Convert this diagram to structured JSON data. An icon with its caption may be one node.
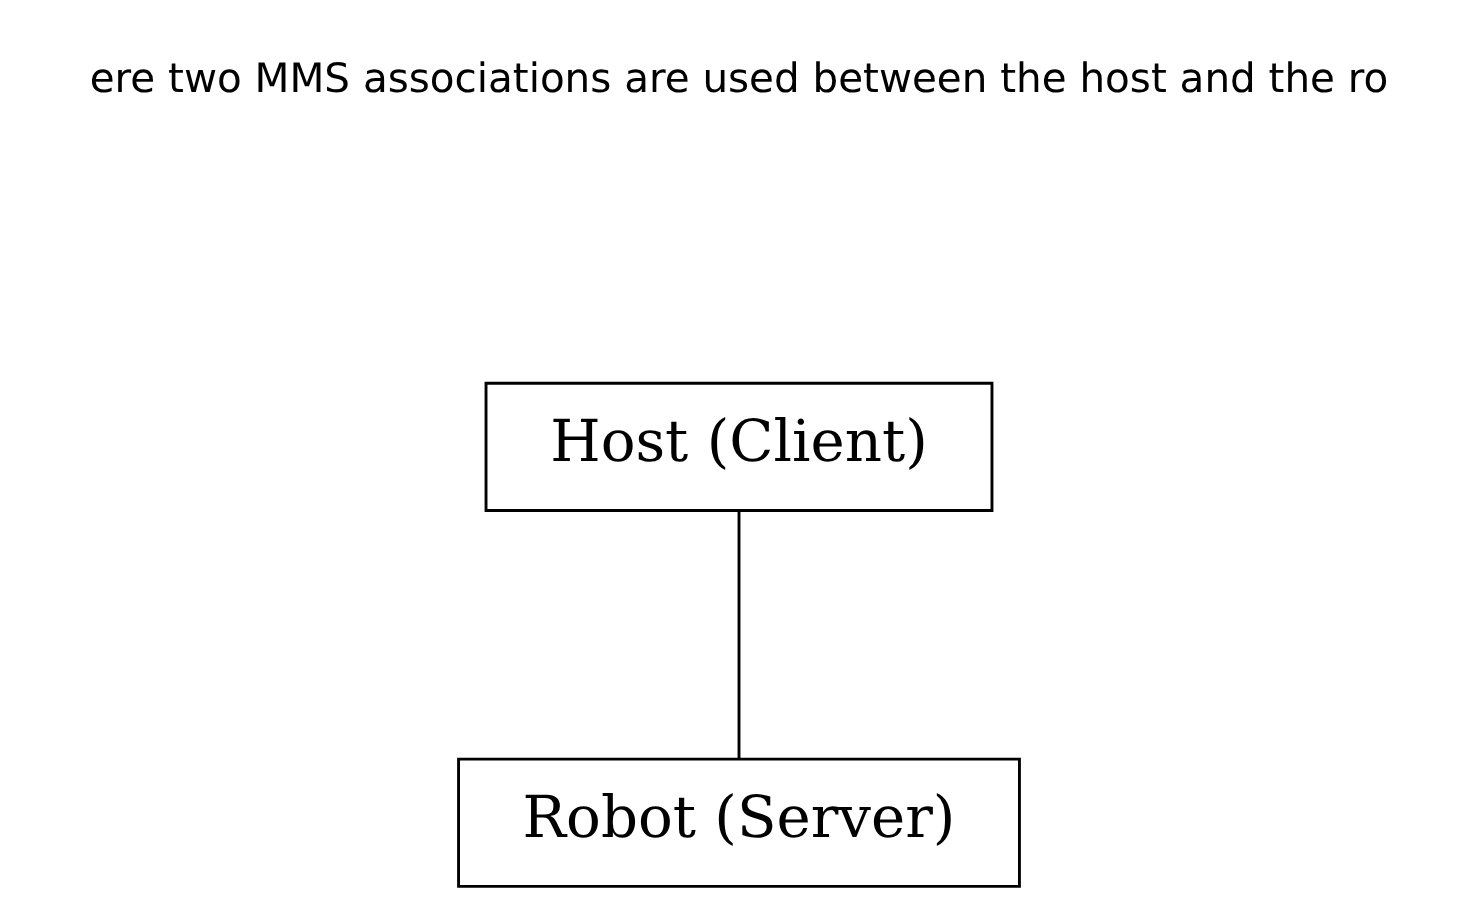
{
  "diagram": {
    "nodes": [
      {
        "text": [
          "Host (Client)"
        ]
      },
      {
        "text": [
          "Robot (Server)"
        ]
      }
    ],
    "edges": [
      {
        "from": 0,
        "to": 1,
        "arrow": "none"
      }
    ],
    "labels": [
      "ere two MMS associations are used between the host and the ro"
    ]
  }
}
